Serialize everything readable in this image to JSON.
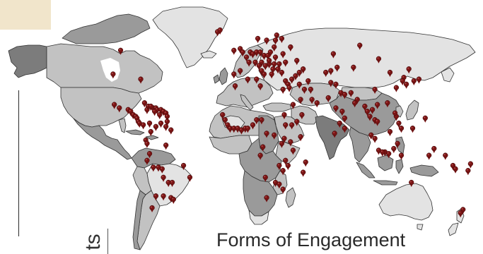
{
  "caption": {
    "title": "Forms of Engagement",
    "side_fragment": "ts"
  },
  "colors": {
    "ocean": "#ffffff",
    "land_light": "#e3e3e3",
    "land_mid": "#c2c2c2",
    "land_dark": "#9a9a9a",
    "land_darker": "#7c7c7c",
    "border": "#333333",
    "pin": "#7a1414",
    "corner_tab": "#f1e5cb"
  },
  "icons": {
    "marker": "map-pin-icon"
  },
  "markers": {
    "north_america": [
      {
        "lon": -98,
        "lat": 53
      },
      {
        "lon": -104,
        "lat": 39
      },
      {
        "lon": -82,
        "lat": 36
      }
    ],
    "mexico_caribbean": [
      {
        "lon": -103,
        "lat": 21
      },
      {
        "lon": -99,
        "lat": 19
      },
      {
        "lon": -92,
        "lat": 18
      },
      {
        "lon": -90,
        "lat": 17
      },
      {
        "lon": -88,
        "lat": 15
      },
      {
        "lon": -86,
        "lat": 14
      },
      {
        "lon": -85,
        "lat": 13
      },
      {
        "lon": -84,
        "lat": 11
      },
      {
        "lon": -83,
        "lat": 10
      },
      {
        "lon": -80,
        "lat": 9
      },
      {
        "lon": -79,
        "lat": 22
      },
      {
        "lon": -77,
        "lat": 18
      },
      {
        "lon": -76,
        "lat": 20
      },
      {
        "lon": -72,
        "lat": 19
      },
      {
        "lon": -70,
        "lat": 19
      },
      {
        "lon": -69,
        "lat": 18
      },
      {
        "lon": -66,
        "lat": 18
      },
      {
        "lon": -64,
        "lat": 17
      },
      {
        "lon": -62,
        "lat": 16
      },
      {
        "lon": -61,
        "lat": 14
      },
      {
        "lon": -61,
        "lat": 11
      },
      {
        "lon": -74,
        "lat": 20
      },
      {
        "lon": -71,
        "lat": 17
      },
      {
        "lon": -67,
        "lat": 15
      }
    ],
    "south_america": [
      {
        "lon": -75,
        "lat": 10
      },
      {
        "lon": -74,
        "lat": 5
      },
      {
        "lon": -70,
        "lat": 8
      },
      {
        "lon": -66,
        "lat": 10
      },
      {
        "lon": -62,
        "lat": 8
      },
      {
        "lon": -58,
        "lat": 6
      },
      {
        "lon": -78,
        "lat": 0
      },
      {
        "lon": -77,
        "lat": -2
      },
      {
        "lon": -75,
        "lat": -8
      },
      {
        "lon": -77,
        "lat": -12
      },
      {
        "lon": -72,
        "lat": -16
      },
      {
        "lon": -68,
        "lat": -16
      },
      {
        "lon": -65,
        "lat": -17
      },
      {
        "lon": -64,
        "lat": -22
      },
      {
        "lon": -60,
        "lat": -25
      },
      {
        "lon": -57,
        "lat": -25
      },
      {
        "lon": -70,
        "lat": -33
      },
      {
        "lon": -64,
        "lat": -33
      },
      {
        "lon": -58,
        "lat": -34
      },
      {
        "lon": -56,
        "lat": -35
      },
      {
        "lon": -73,
        "lat": -40
      },
      {
        "lon": -48,
        "lat": -15
      },
      {
        "lon": -43,
        "lat": -22
      },
      {
        "lon": -62,
        "lat": -3
      }
    ],
    "europe": [
      {
        "lon": -21,
        "lat": 64
      },
      {
        "lon": -19,
        "lat": 65
      },
      {
        "lon": -8,
        "lat": 53
      },
      {
        "lon": -3,
        "lat": 54
      },
      {
        "lon": -1,
        "lat": 52
      },
      {
        "lon": 2,
        "lat": 49
      },
      {
        "lon": 5,
        "lat": 52
      },
      {
        "lon": 7,
        "lat": 51
      },
      {
        "lon": 10,
        "lat": 52
      },
      {
        "lon": 13,
        "lat": 52
      },
      {
        "lon": 16,
        "lat": 50
      },
      {
        "lon": 19,
        "lat": 50
      },
      {
        "lon": 21,
        "lat": 52
      },
      {
        "lon": 24,
        "lat": 55
      },
      {
        "lon": 25,
        "lat": 59
      },
      {
        "lon": 18,
        "lat": 59
      },
      {
        "lon": 11,
        "lat": 60
      },
      {
        "lon": 26,
        "lat": 62
      },
      {
        "lon": 30,
        "lat": 60
      },
      {
        "lon": 31,
        "lat": 51
      },
      {
        "lon": 28,
        "lat": 45
      },
      {
        "lon": 24,
        "lat": 45
      },
      {
        "lon": 20,
        "lat": 45
      },
      {
        "lon": 17,
        "lat": 44
      },
      {
        "lon": 14,
        "lat": 46
      },
      {
        "lon": 12,
        "lat": 44
      },
      {
        "lon": 9,
        "lat": 46
      },
      {
        "lon": 4,
        "lat": 46
      },
      {
        "lon": -3,
        "lat": 41
      },
      {
        "lon": -8,
        "lat": 39
      },
      {
        "lon": 14,
        "lat": 41
      },
      {
        "lon": 16,
        "lat": 39
      },
      {
        "lon": 22,
        "lat": 39
      },
      {
        "lon": 23,
        "lat": 42
      },
      {
        "lon": 27,
        "lat": 42
      },
      {
        "lon": 33,
        "lat": 46
      },
      {
        "lon": 37,
        "lat": 55
      },
      {
        "lon": 42,
        "lat": 47
      },
      {
        "lon": 20,
        "lat": 47
      },
      {
        "lon": 25,
        "lat": 49
      }
    ],
    "middle_east_north_africa": [
      {
        "lon": -7,
        "lat": 32
      },
      {
        "lon": 3,
        "lat": 36
      },
      {
        "lon": 10,
        "lat": 36
      },
      {
        "lon": 13,
        "lat": 32
      },
      {
        "lon": 31,
        "lat": 30
      },
      {
        "lon": 35,
        "lat": 33
      },
      {
        "lon": 36,
        "lat": 31
      },
      {
        "lon": 38,
        "lat": 36
      },
      {
        "lon": 44,
        "lat": 33
      },
      {
        "lon": 44,
        "lat": 40
      },
      {
        "lon": 47,
        "lat": 42
      },
      {
        "lon": 51,
        "lat": 35
      },
      {
        "lon": 53,
        "lat": 30
      },
      {
        "lon": 45,
        "lat": 24
      },
      {
        "lon": 54,
        "lat": 24
      },
      {
        "lon": 58,
        "lat": 22
      },
      {
        "lon": 46,
        "lat": 15
      },
      {
        "lon": 39,
        "lat": 21
      },
      {
        "lon": 33,
        "lat": 35
      },
      {
        "lon": 30,
        "lat": 40
      },
      {
        "lon": 41,
        "lat": 38
      },
      {
        "lon": 48,
        "lat": 30
      }
    ],
    "sub_saharan_africa": [
      {
        "lon": -17,
        "lat": 15
      },
      {
        "lon": -15,
        "lat": 12
      },
      {
        "lon": -13,
        "lat": 9
      },
      {
        "lon": -11,
        "lat": 7
      },
      {
        "lon": -8,
        "lat": 7
      },
      {
        "lon": -5,
        "lat": 7
      },
      {
        "lon": -2,
        "lat": 6
      },
      {
        "lon": 1,
        "lat": 7
      },
      {
        "lon": 3,
        "lat": 7
      },
      {
        "lon": 7,
        "lat": 9
      },
      {
        "lon": 10,
        "lat": 12
      },
      {
        "lon": 14,
        "lat": 12
      },
      {
        "lon": 18,
        "lat": 4
      },
      {
        "lon": 15,
        "lat": -4
      },
      {
        "lon": 24,
        "lat": 3
      },
      {
        "lon": 32,
        "lat": 15
      },
      {
        "lon": 33,
        "lat": 9
      },
      {
        "lon": 38,
        "lat": 9
      },
      {
        "lon": 42,
        "lat": 11
      },
      {
        "lon": 45,
        "lat": 2
      },
      {
        "lon": 32,
        "lat": 1
      },
      {
        "lon": 30,
        "lat": -2
      },
      {
        "lon": 37,
        "lat": -1
      },
      {
        "lon": 39,
        "lat": -6
      },
      {
        "lon": 33,
        "lat": -12
      },
      {
        "lon": 28,
        "lat": -15
      },
      {
        "lon": 35,
        "lat": -15
      },
      {
        "lon": 31,
        "lat": -18
      },
      {
        "lon": 13,
        "lat": -9
      },
      {
        "lon": 17,
        "lat": -22
      },
      {
        "lon": 25,
        "lat": -25
      },
      {
        "lon": 28,
        "lat": -26
      },
      {
        "lon": 31,
        "lat": -29
      },
      {
        "lon": 18,
        "lat": -34
      },
      {
        "lon": 47,
        "lat": -19
      },
      {
        "lon": 49,
        "lat": -13
      }
    ],
    "south_central_asia": [
      {
        "lon": 65,
        "lat": 40
      },
      {
        "lon": 69,
        "lat": 41
      },
      {
        "lon": 74,
        "lat": 43
      },
      {
        "lon": 69,
        "lat": 34
      },
      {
        "lon": 73,
        "lat": 33
      },
      {
        "lon": 67,
        "lat": 25
      },
      {
        "lon": 77,
        "lat": 28
      },
      {
        "lon": 80,
        "lat": 27
      },
      {
        "lon": 85,
        "lat": 28
      },
      {
        "lon": 90,
        "lat": 24
      },
      {
        "lon": 88,
        "lat": 22
      },
      {
        "lon": 73,
        "lat": 19
      },
      {
        "lon": 78,
        "lat": 17
      },
      {
        "lon": 80,
        "lat": 13
      },
      {
        "lon": 76,
        "lat": 10
      },
      {
        "lon": 80,
        "lat": 7
      },
      {
        "lon": 72,
        "lat": 4
      },
      {
        "lon": 71,
        "lat": 51
      }
    ],
    "east_southeast_asia": [
      {
        "lon": 96,
        "lat": 20
      },
      {
        "lon": 98,
        "lat": 17
      },
      {
        "lon": 100,
        "lat": 14
      },
      {
        "lon": 102,
        "lat": 18
      },
      {
        "lon": 104,
        "lat": 12
      },
      {
        "lon": 106,
        "lat": 21
      },
      {
        "lon": 106,
        "lat": 11
      },
      {
        "lon": 101,
        "lat": 3
      },
      {
        "lon": 104,
        "lat": 1
      },
      {
        "lon": 107,
        "lat": -6
      },
      {
        "lon": 112,
        "lat": -7
      },
      {
        "lon": 115,
        "lat": -8
      },
      {
        "lon": 110,
        "lat": -7
      },
      {
        "lon": 121,
        "lat": 14
      },
      {
        "lon": 123,
        "lat": 10
      },
      {
        "lon": 125,
        "lat": 7
      },
      {
        "lon": 120,
        "lat": 16
      },
      {
        "lon": 116,
        "lat": 5
      },
      {
        "lon": 119,
        "lat": -5
      },
      {
        "lon": 122,
        "lat": -2
      },
      {
        "lon": 125,
        "lat": -9
      },
      {
        "lon": 104,
        "lat": 30
      },
      {
        "lon": 116,
        "lat": 40
      },
      {
        "lon": 114,
        "lat": 22
      },
      {
        "lon": 121,
        "lat": 31
      },
      {
        "lon": 127,
        "lat": 37
      },
      {
        "lon": 126,
        "lat": 35
      },
      {
        "lon": 139,
        "lat": 36
      },
      {
        "lon": 135,
        "lat": 35
      },
      {
        "lon": 107,
        "lat": 48
      },
      {
        "lon": 87,
        "lat": 43
      },
      {
        "lon": 129,
        "lat": 33
      },
      {
        "lon": 131,
        "lat": 42
      },
      {
        "lon": 92,
        "lat": 56
      }
    ],
    "oceania": [
      {
        "lon": 144,
        "lat": 13
      },
      {
        "lon": 147,
        "lat": -9
      },
      {
        "lon": 151,
        "lat": -5
      },
      {
        "lon": 134,
        "lat": 7
      },
      {
        "lon": 160,
        "lat": -9
      },
      {
        "lon": 166,
        "lat": -15
      },
      {
        "lon": 168,
        "lat": -17
      },
      {
        "lon": 178,
        "lat": -18
      },
      {
        "lon": 180,
        "lat": -14
      },
      {
        "lon": 133,
        "lat": -25
      },
      {
        "lon": 174,
        "lat": -41
      },
      {
        "lon": 172,
        "lat": -43
      }
    ]
  }
}
